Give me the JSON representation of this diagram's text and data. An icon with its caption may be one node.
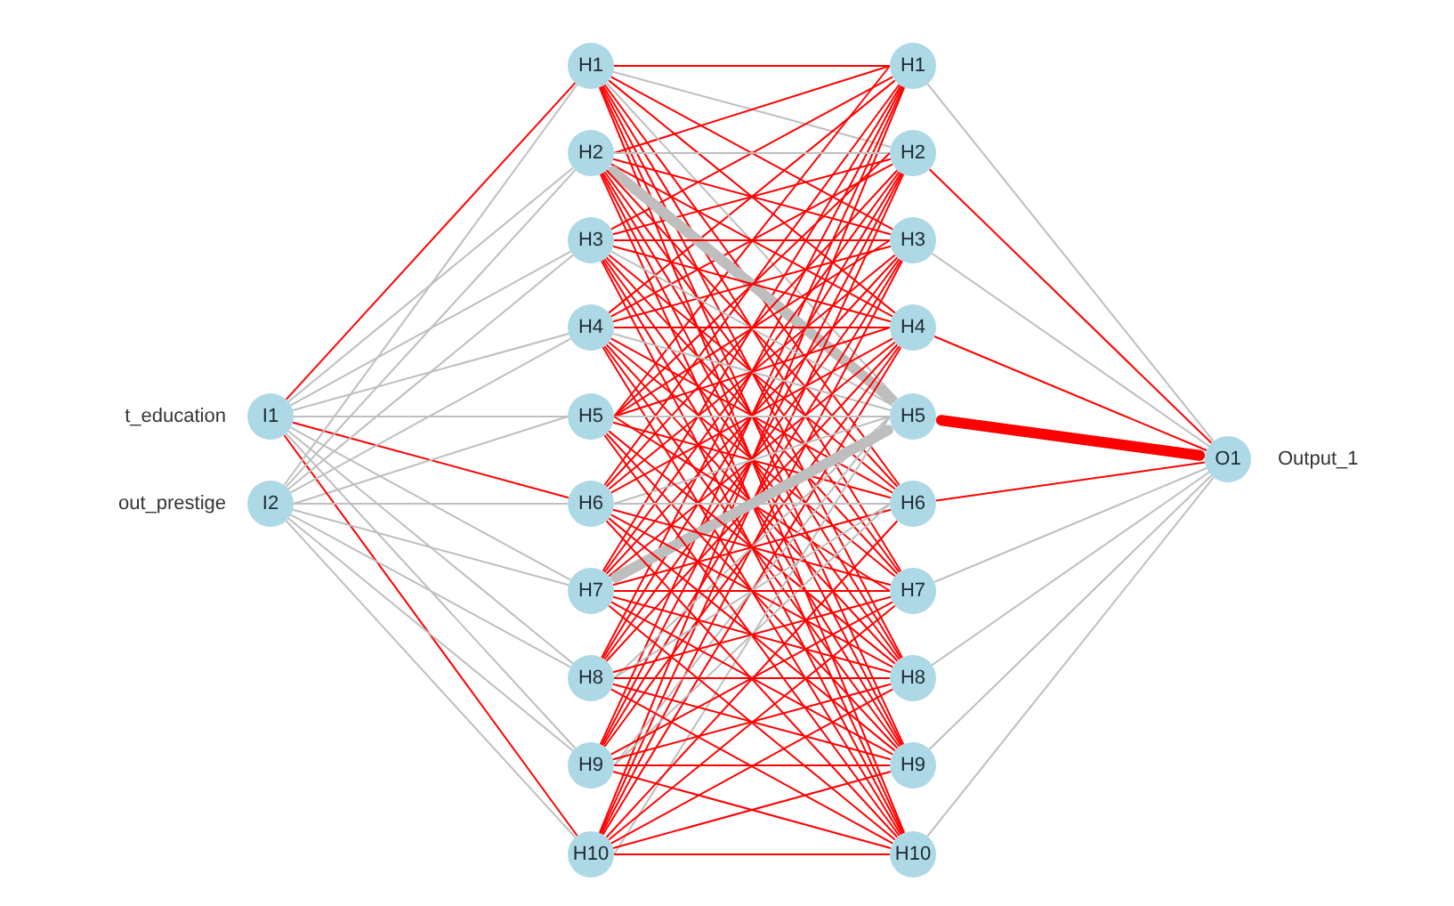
{
  "diagram": {
    "nodes": [
      {
        "text": [
          "I1"
        ],
        "beside": [
          "t_education"
        ]
      },
      {
        "text": [
          "I2"
        ],
        "beside": [
          "out_prestige"
        ]
      },
      {
        "text": [
          "H1"
        ]
      },
      {
        "text": [
          "H2"
        ]
      },
      {
        "text": [
          "H3"
        ]
      },
      {
        "text": [
          "H4"
        ]
      },
      {
        "text": [
          "H5"
        ]
      },
      {
        "text": [
          "H6"
        ]
      },
      {
        "text": [
          "H7"
        ]
      },
      {
        "text": [
          "H8"
        ]
      },
      {
        "text": [
          "H9"
        ]
      },
      {
        "text": [
          "H10"
        ]
      },
      {
        "text": [
          "H1"
        ]
      },
      {
        "text": [
          "H2"
        ]
      },
      {
        "text": [
          "H3"
        ]
      },
      {
        "text": [
          "H4"
        ]
      },
      {
        "text": [
          "H5"
        ]
      },
      {
        "text": [
          "H6"
        ]
      },
      {
        "text": [
          "H7"
        ]
      },
      {
        "text": [
          "H8"
        ]
      },
      {
        "text": [
          "H9"
        ]
      },
      {
        "text": [
          "H10"
        ]
      },
      {
        "text": [
          "O1"
        ],
        "beside": [
          "Output_1"
        ]
      }
    ],
    "edges": [
      {
        "from": 0,
        "to": 2,
        "arrow": "none"
      },
      {
        "from": 0,
        "to": 3,
        "arrow": "none",
        "color": "#bebebe"
      },
      {
        "from": 0,
        "to": 4,
        "arrow": "none",
        "color": "#bebebe"
      },
      {
        "from": 0,
        "to": 5,
        "arrow": "none",
        "color": "#bebebe"
      },
      {
        "from": 0,
        "to": 6,
        "arrow": "none",
        "color": "#bebebe"
      },
      {
        "from": 0,
        "to": 7,
        "arrow": "none"
      },
      {
        "from": 0,
        "to": 8,
        "arrow": "none",
        "color": "#bebebe"
      },
      {
        "from": 0,
        "to": 9,
        "arrow": "none",
        "color": "#bebebe"
      },
      {
        "from": 0,
        "to": 10,
        "arrow": "none",
        "color": "#bebebe"
      },
      {
        "from": 0,
        "to": 11,
        "arrow": "none"
      },
      {
        "from": 1,
        "to": 2,
        "arrow": "none",
        "color": "#bebebe"
      },
      {
        "from": 1,
        "to": 3,
        "arrow": "none",
        "color": "#bebebe"
      },
      {
        "from": 1,
        "to": 4,
        "arrow": "none",
        "color": "#bebebe"
      },
      {
        "from": 1,
        "to": 5,
        "arrow": "none",
        "color": "#bebebe"
      },
      {
        "from": 1,
        "to": 6,
        "arrow": "none",
        "color": "#bebebe"
      },
      {
        "from": 1,
        "to": 7,
        "arrow": "none",
        "color": "#bebebe"
      },
      {
        "from": 1,
        "to": 8,
        "arrow": "none",
        "color": "#bebebe"
      },
      {
        "from": 1,
        "to": 9,
        "arrow": "none",
        "color": "#bebebe"
      },
      {
        "from": 1,
        "to": 10,
        "arrow": "none",
        "color": "#bebebe"
      },
      {
        "from": 1,
        "to": 11,
        "arrow": "none",
        "color": "#bebebe"
      },
      {
        "from": 2,
        "to": 12,
        "arrow": "none"
      },
      {
        "from": 2,
        "to": 13,
        "arrow": "none",
        "color": "#bebebe"
      },
      {
        "from": 2,
        "to": 14,
        "arrow": "none"
      },
      {
        "from": 2,
        "to": 15,
        "arrow": "none"
      },
      {
        "from": 2,
        "to": 16,
        "arrow": "none",
        "color": "#bebebe"
      },
      {
        "from": 2,
        "to": 17,
        "arrow": "none"
      },
      {
        "from": 2,
        "to": 18,
        "arrow": "none"
      },
      {
        "from": 2,
        "to": 19,
        "arrow": "none"
      },
      {
        "from": 2,
        "to": 20,
        "arrow": "none"
      },
      {
        "from": 2,
        "to": 21,
        "arrow": "none"
      },
      {
        "from": 3,
        "to": 12,
        "arrow": "none"
      },
      {
        "from": 3,
        "to": 13,
        "arrow": "none",
        "color": "#bebebe"
      },
      {
        "from": 3,
        "to": 14,
        "arrow": "none"
      },
      {
        "from": 3,
        "to": 15,
        "arrow": "none"
      },
      {
        "from": 3,
        "to": 16,
        "arrow": "none",
        "style": "thick",
        "color": "#bebebe"
      },
      {
        "from": 3,
        "to": 17,
        "arrow": "none"
      },
      {
        "from": 3,
        "to": 18,
        "arrow": "none"
      },
      {
        "from": 3,
        "to": 19,
        "arrow": "none"
      },
      {
        "from": 3,
        "to": 20,
        "arrow": "none"
      },
      {
        "from": 3,
        "to": 21,
        "arrow": "none"
      },
      {
        "from": 4,
        "to": 12,
        "arrow": "none"
      },
      {
        "from": 4,
        "to": 13,
        "arrow": "none"
      },
      {
        "from": 4,
        "to": 14,
        "arrow": "none"
      },
      {
        "from": 4,
        "to": 15,
        "arrow": "none"
      },
      {
        "from": 4,
        "to": 16,
        "arrow": "none",
        "color": "#bebebe"
      },
      {
        "from": 4,
        "to": 17,
        "arrow": "none"
      },
      {
        "from": 4,
        "to": 18,
        "arrow": "none"
      },
      {
        "from": 4,
        "to": 19,
        "arrow": "none"
      },
      {
        "from": 4,
        "to": 20,
        "arrow": "none"
      },
      {
        "from": 4,
        "to": 21,
        "arrow": "none"
      },
      {
        "from": 5,
        "to": 12,
        "arrow": "none"
      },
      {
        "from": 5,
        "to": 13,
        "arrow": "none"
      },
      {
        "from": 5,
        "to": 14,
        "arrow": "none"
      },
      {
        "from": 5,
        "to": 15,
        "arrow": "none"
      },
      {
        "from": 5,
        "to": 16,
        "arrow": "none",
        "color": "#bebebe"
      },
      {
        "from": 5,
        "to": 17,
        "arrow": "none"
      },
      {
        "from": 5,
        "to": 18,
        "arrow": "none"
      },
      {
        "from": 5,
        "to": 19,
        "arrow": "none"
      },
      {
        "from": 5,
        "to": 20,
        "arrow": "none"
      },
      {
        "from": 5,
        "to": 21,
        "arrow": "none"
      },
      {
        "from": 6,
        "to": 12,
        "arrow": "none"
      },
      {
        "from": 6,
        "to": 13,
        "arrow": "none"
      },
      {
        "from": 6,
        "to": 14,
        "arrow": "none"
      },
      {
        "from": 6,
        "to": 15,
        "arrow": "none"
      },
      {
        "from": 6,
        "to": 16,
        "arrow": "none",
        "color": "#bebebe"
      },
      {
        "from": 6,
        "to": 17,
        "arrow": "none"
      },
      {
        "from": 6,
        "to": 18,
        "arrow": "none"
      },
      {
        "from": 6,
        "to": 19,
        "arrow": "none"
      },
      {
        "from": 6,
        "to": 20,
        "arrow": "none"
      },
      {
        "from": 6,
        "to": 21,
        "arrow": "none"
      },
      {
        "from": 7,
        "to": 12,
        "arrow": "none"
      },
      {
        "from": 7,
        "to": 13,
        "arrow": "none"
      },
      {
        "from": 7,
        "to": 14,
        "arrow": "none"
      },
      {
        "from": 7,
        "to": 15,
        "arrow": "none"
      },
      {
        "from": 7,
        "to": 16,
        "arrow": "none",
        "color": "#bebebe"
      },
      {
        "from": 7,
        "to": 17,
        "arrow": "none",
        "color": "#bebebe"
      },
      {
        "from": 7,
        "to": 18,
        "arrow": "none"
      },
      {
        "from": 7,
        "to": 19,
        "arrow": "none"
      },
      {
        "from": 7,
        "to": 20,
        "arrow": "none"
      },
      {
        "from": 7,
        "to": 21,
        "arrow": "none"
      },
      {
        "from": 8,
        "to": 12,
        "arrow": "none"
      },
      {
        "from": 8,
        "to": 13,
        "arrow": "none"
      },
      {
        "from": 8,
        "to": 14,
        "arrow": "none"
      },
      {
        "from": 8,
        "to": 15,
        "arrow": "none"
      },
      {
        "from": 8,
        "to": 16,
        "arrow": "none",
        "style": "thick",
        "color": "#bebebe"
      },
      {
        "from": 8,
        "to": 17,
        "arrow": "none"
      },
      {
        "from": 8,
        "to": 18,
        "arrow": "none"
      },
      {
        "from": 8,
        "to": 19,
        "arrow": "none"
      },
      {
        "from": 8,
        "to": 20,
        "arrow": "none"
      },
      {
        "from": 8,
        "to": 21,
        "arrow": "none"
      },
      {
        "from": 9,
        "to": 12,
        "arrow": "none"
      },
      {
        "from": 9,
        "to": 13,
        "arrow": "none"
      },
      {
        "from": 9,
        "to": 14,
        "arrow": "none"
      },
      {
        "from": 9,
        "to": 15,
        "arrow": "none"
      },
      {
        "from": 9,
        "to": 16,
        "arrow": "none",
        "color": "#bebebe"
      },
      {
        "from": 9,
        "to": 17,
        "arrow": "none",
        "color": "#bebebe"
      },
      {
        "from": 9,
        "to": 18,
        "arrow": "none"
      },
      {
        "from": 9,
        "to": 19,
        "arrow": "none"
      },
      {
        "from": 9,
        "to": 20,
        "arrow": "none"
      },
      {
        "from": 9,
        "to": 21,
        "arrow": "none"
      },
      {
        "from": 10,
        "to": 12,
        "arrow": "none"
      },
      {
        "from": 10,
        "to": 13,
        "arrow": "none"
      },
      {
        "from": 10,
        "to": 14,
        "arrow": "none"
      },
      {
        "from": 10,
        "to": 15,
        "arrow": "none"
      },
      {
        "from": 10,
        "to": 16,
        "arrow": "none",
        "color": "#bebebe"
      },
      {
        "from": 10,
        "to": 17,
        "arrow": "none",
        "color": "#bebebe"
      },
      {
        "from": 10,
        "to": 18,
        "arrow": "none"
      },
      {
        "from": 10,
        "to": 19,
        "arrow": "none"
      },
      {
        "from": 10,
        "to": 20,
        "arrow": "none"
      },
      {
        "from": 10,
        "to": 21,
        "arrow": "none"
      },
      {
        "from": 11,
        "to": 12,
        "arrow": "none"
      },
      {
        "from": 11,
        "to": 13,
        "arrow": "none"
      },
      {
        "from": 11,
        "to": 14,
        "arrow": "none"
      },
      {
        "from": 11,
        "to": 15,
        "arrow": "none"
      },
      {
        "from": 11,
        "to": 16,
        "arrow": "none",
        "color": "#bebebe"
      },
      {
        "from": 11,
        "to": 17,
        "arrow": "none"
      },
      {
        "from": 11,
        "to": 18,
        "arrow": "none"
      },
      {
        "from": 11,
        "to": 19,
        "arrow": "none"
      },
      {
        "from": 11,
        "to": 20,
        "arrow": "none"
      },
      {
        "from": 11,
        "to": 21,
        "arrow": "none"
      },
      {
        "from": 12,
        "to": 22,
        "arrow": "none",
        "color": "#bebebe"
      },
      {
        "from": 13,
        "to": 22,
        "arrow": "none"
      },
      {
        "from": 14,
        "to": 22,
        "arrow": "none",
        "color": "#bebebe"
      },
      {
        "from": 15,
        "to": 22,
        "arrow": "none"
      },
      {
        "from": 16,
        "to": 22,
        "arrow": "none",
        "style": "thick"
      },
      {
        "from": 17,
        "to": 22,
        "arrow": "none"
      },
      {
        "from": 18,
        "to": 22,
        "arrow": "none",
        "color": "#bebebe"
      },
      {
        "from": 19,
        "to": 22,
        "arrow": "none",
        "color": "#bebebe"
      },
      {
        "from": 20,
        "to": 22,
        "arrow": "none",
        "color": "#bebebe"
      },
      {
        "from": 21,
        "to": 22,
        "arrow": "none",
        "color": "#bebebe"
      }
    ]
  }
}
